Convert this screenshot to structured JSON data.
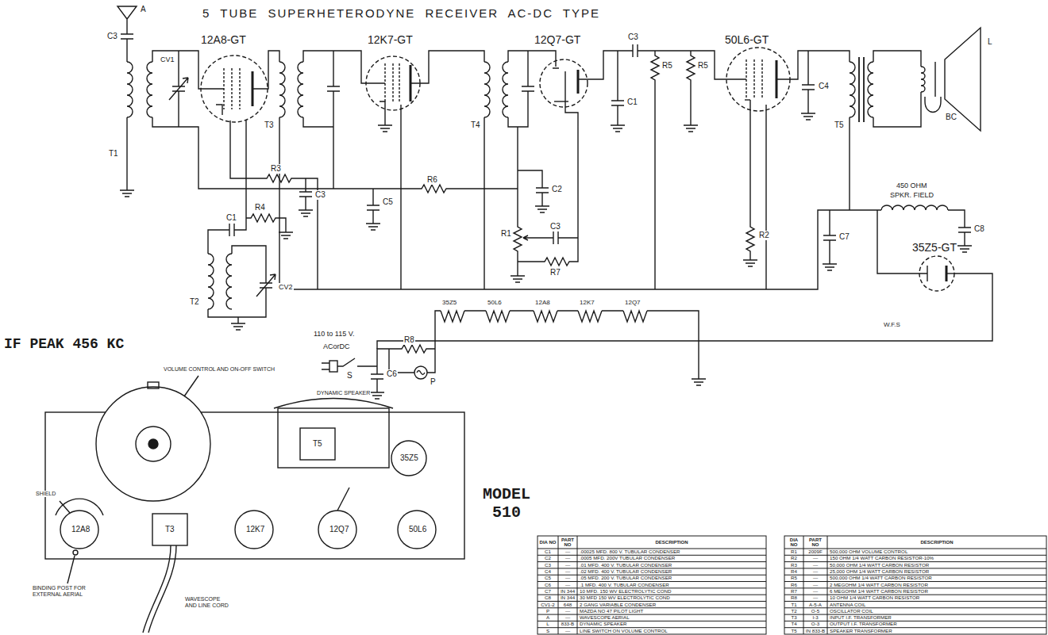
{
  "diagram": {
    "title": "5 TUBE SUPERHETERODYNE RECEIVER AC-DC TYPE",
    "labels": [
      "12A8-GT",
      "12K7-GT",
      "12Q7-GT",
      "50L6-GT",
      "35Z5-GT",
      "A",
      "C3",
      "T1",
      "CV1",
      "T3",
      "R3",
      "C3",
      "R4",
      "C1",
      "T2",
      "CV2",
      "R6",
      "T4",
      "C5",
      "C2",
      "R1",
      "C3",
      "R7",
      "C1",
      "R5",
      "R5",
      "C3",
      "R2",
      "C4",
      "T5",
      "L",
      "BC",
      "450 OHM",
      "SPKR. FIELD",
      "C7",
      "C8",
      "W.F.S",
      "IF PEAK 456 KC",
      "110 to 115 V.",
      "ACorDC",
      "S",
      "C6",
      "R8",
      "P",
      "35Z5",
      "50L6",
      "12A8",
      "12K7",
      "12Q7",
      "VOLUME CONTROL AND ON-OFF SWITCH",
      "DYNAMIC SPEAKER",
      "T5",
      "35Z5",
      "SHIELD",
      "12A8",
      "T3",
      "12K7",
      "12Q7",
      "50L6",
      "BINDING POST FOR EXTERNAL AERIAL",
      "WAVESCOPE AND LINE CORD",
      "MODEL 510",
      "DIA NO",
      "PART NO",
      "DESCRIPTION",
      "C1",
      "—",
      ".00025 MFD. 800 V. TUBULAR CONDENSER",
      "C2",
      "—",
      ".0005 MFD. 200V TUBULAR CONDENSER",
      "C3",
      "—",
      ".01 MFD. 400 V. TUBULAR CONDENSER",
      "C4",
      "—",
      ".02 MFD. 400 V. TUBULAR CONDENSER",
      "C5",
      "—",
      ".05 MFD. 200 V. TUBULAR CONDENSER",
      "C6",
      "—",
      ".1 MFD. 400 V. TUBULAR CONDENSER",
      "C7",
      "IN 344",
      "10 MFD. 150 WV ELECTROLYTIC COND",
      "C8",
      "IN 344",
      "30 MFD 150 WV ELECTROLYTIC COND",
      "CV1-2",
      "648",
      "2 GANG VARIABLE CONDENSER",
      "P",
      "—",
      "MAZDA NO 47 PILOT LIGHT",
      "A",
      "—",
      "WAVESCOPE AERIAL",
      "L",
      "833-B",
      "DYNAMIC SPEAKER",
      "S",
      "—",
      "LINE SWITCH ON VOLUME CONTROL",
      "DIA NO",
      "PART NO",
      "DESCRIPTION",
      "R1",
      "2009F",
      "500,000 OHM VOLUME CONTROL",
      "R2",
      "—",
      "150 OHM 1/4 WATT CARBON RESISTOR-10%",
      "R3",
      "—",
      "50,000 OHM 1/4 WATT CARBON RESISTOR",
      "R4",
      "—",
      "25,000 OHM 1/4 WATT CARBON RESISTOR",
      "R5",
      "—",
      "500,000 OHM 1/4 WATT CARBON RESISTOR",
      "R6",
      "—",
      "2 MEGOHM 1/4 WATT CARBON RESISTOR",
      "R7",
      "—",
      "6 MEGOHM 1/4 WATT CARBON RESISTOR",
      "R8",
      "—",
      "10 OHM 1/4 WATT CARBON RESISTOR",
      "T1",
      "A-5-A",
      "ANTENNA COIL",
      "T2",
      "O-5",
      "OSCILLATOR COIL",
      "T3",
      "I-3",
      "INPUT I.F. TRANSFORMER",
      "T4",
      "O-3",
      "OUTPUT I.F. TRANSFORMER",
      "T5",
      "IN 833-B",
      "SPEAKER TRANSFORMER"
    ]
  }
}
